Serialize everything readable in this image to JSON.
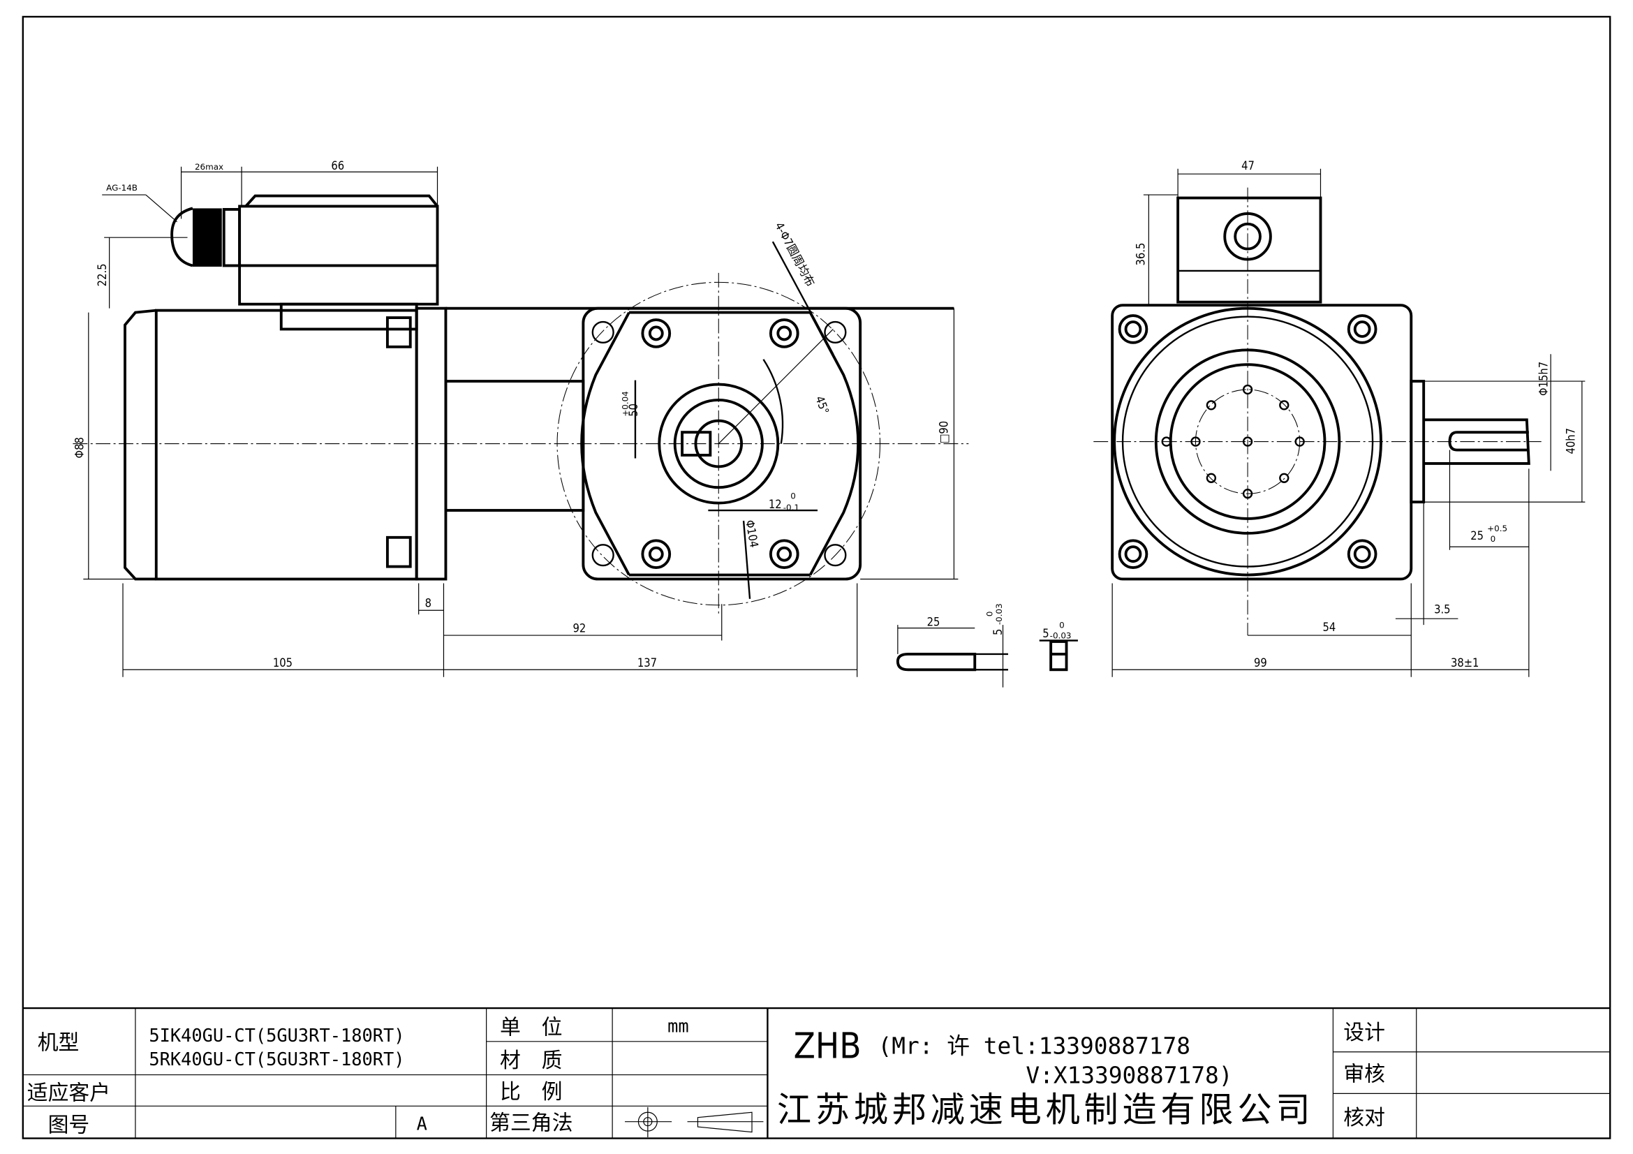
{
  "dimensions": {
    "cable_gland": "AG-14B",
    "gland_len": "26max",
    "box_len": "66",
    "box_height": "22.5",
    "motor_dia": "Φ88",
    "flange_thk": "8",
    "motor_len": "105",
    "gear_len": "137",
    "shaft_pos": "92",
    "holes": "4-Φ7圆周均布",
    "angle": "45°",
    "pilot": "50",
    "pilot_tol": "+0.04",
    "key_h": "12",
    "key_h_tol_up": "0",
    "key_h_tol_low": "-0.1",
    "pcd": "Φ104",
    "square": "□90",
    "key_len": "25",
    "key_w": "5",
    "key_w_tol_up": "0",
    "key_w_tol_low": "-0.03",
    "box_width": "47",
    "box_h2": "36.5",
    "shaft_dia": "Φ15h7",
    "boss_dia": "40h7",
    "slot_len": "25",
    "slot_tol_up": "+0.5",
    "slot_tol_low": "0",
    "boss_thk": "3.5",
    "center_off": "54",
    "body_w": "99",
    "shaft_len": "38±1"
  },
  "title_block": {
    "model_label": "机型",
    "model_1": "5IK40GU-CT(5GU3RT-180RT)",
    "model_2": "5RK40GU-CT(5GU3RT-180RT)",
    "customer_label": "适应客户",
    "drawing_no_label": "图号",
    "revision": "A",
    "unit_label": "单　位",
    "unit_value": "mm",
    "material_label": "材　质",
    "scale_label": "比　例",
    "projection_label": "第三角法",
    "brand": "ZHB",
    "contact_1": "(Mr: 许 tel:13390887178",
    "contact_2": "V:X13390887178)",
    "company": "江苏城邦减速电机制造有限公司",
    "design_label": "设计",
    "review_label": "审核",
    "check_label": "核对"
  }
}
